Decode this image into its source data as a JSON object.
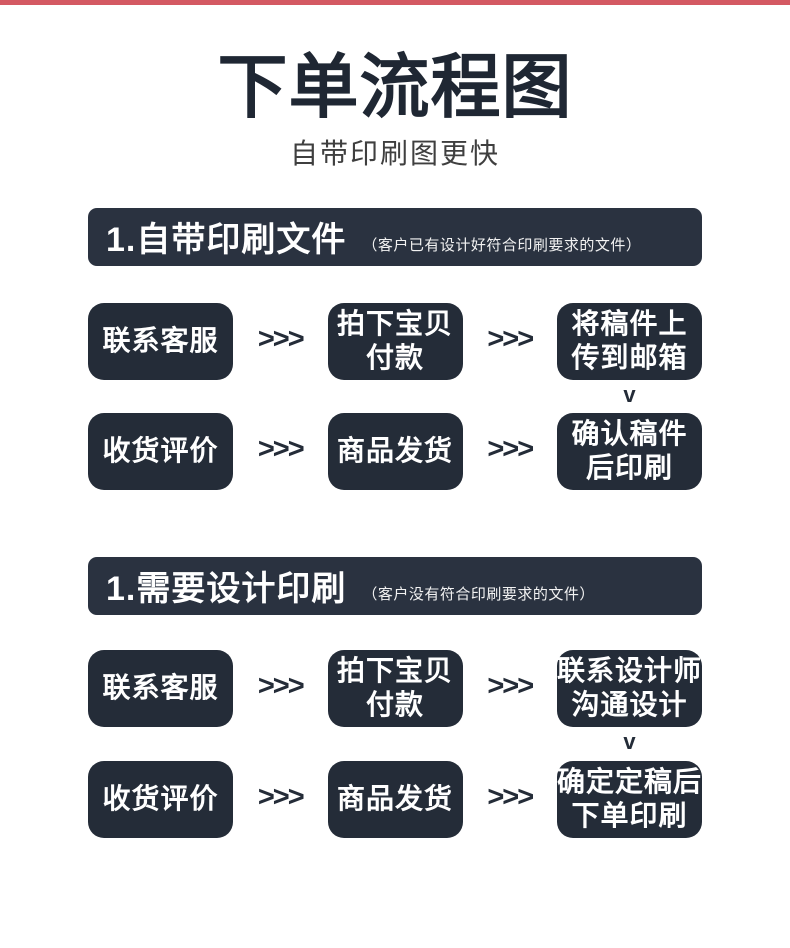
{
  "colors": {
    "accent_red": "#d45963",
    "dark_navy": "#242c38",
    "background": "#ffffff"
  },
  "header": {
    "title": "下单流程图",
    "subtitle": "自带印刷图更快"
  },
  "flow_glyphs": {
    "arrow": ">>>",
    "down": "v"
  },
  "sections": [
    {
      "banner": {
        "title": "1.自带印刷文件",
        "note": "（客户已有设计好符合印刷要求的文件）"
      },
      "rows": [
        {
          "steps": [
            "联系客服",
            "拍下宝贝\n付款",
            "将稿件上\n传到邮箱"
          ]
        },
        {
          "steps": [
            "收货评价",
            "商品发货",
            "确认稿件\n后印刷"
          ]
        }
      ]
    },
    {
      "banner": {
        "title": "1.需要设计印刷",
        "note": "（客户没有符合印刷要求的文件）"
      },
      "rows": [
        {
          "steps": [
            "联系客服",
            "拍下宝贝\n付款",
            "联系设计师\n沟通设计"
          ]
        },
        {
          "steps": [
            "收货评价",
            "商品发货",
            "确定定稿后\n下单印刷"
          ]
        }
      ]
    }
  ]
}
